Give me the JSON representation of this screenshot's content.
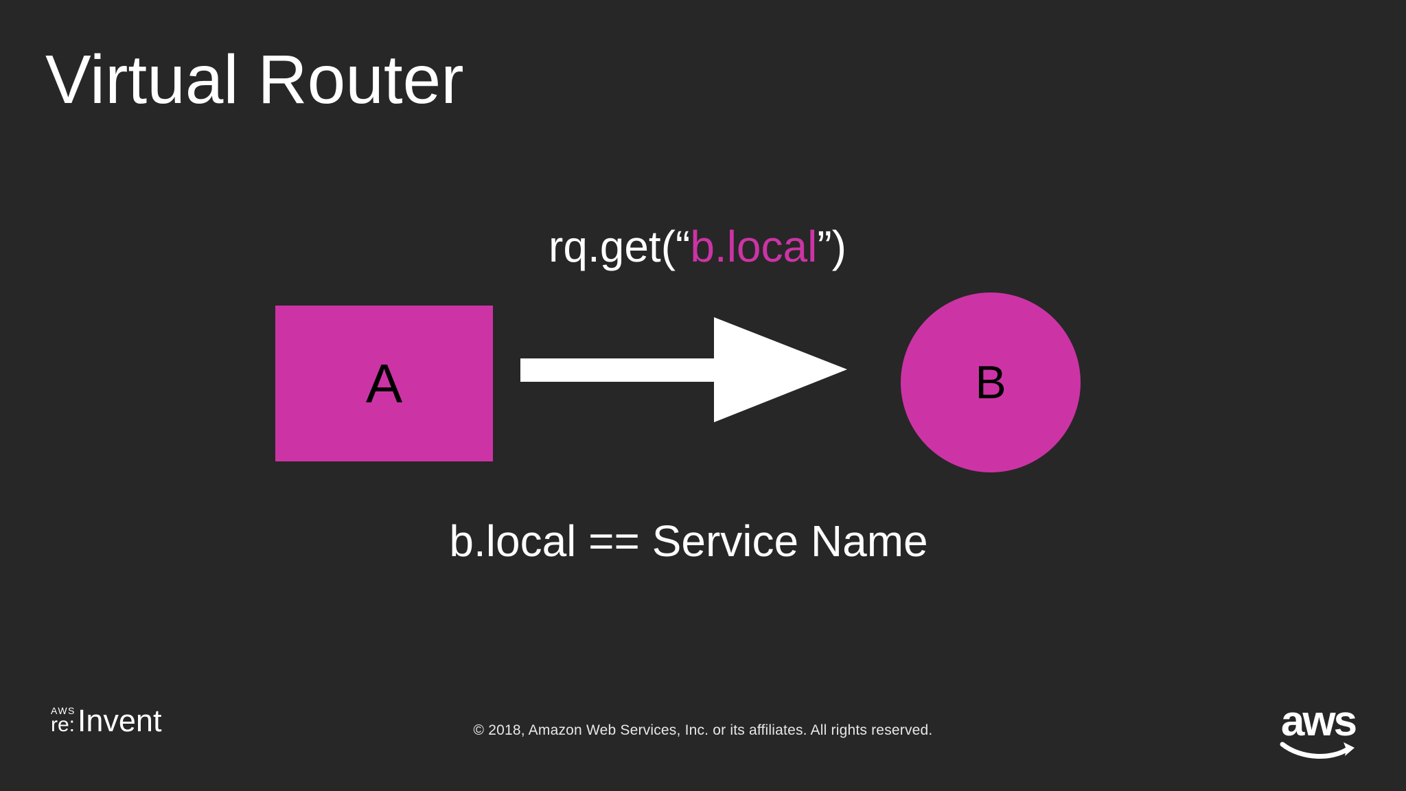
{
  "slide": {
    "background": "#272727",
    "accent": "#CC34A5",
    "title": "Virtual Router",
    "code": {
      "prefix": "rq.get(“",
      "highlight": "b.local",
      "suffix": "”)"
    },
    "nodes": {
      "a": "A",
      "b": "B"
    },
    "caption": "b.local == Service Name",
    "footer": {
      "reinvent": {
        "aws": "AWS",
        "re": "re:",
        "invent": "Invent"
      },
      "copyright": "© 2018, Amazon Web Services, Inc. or its affiliates. All rights reserved.",
      "aws_wordmark": "aws"
    }
  }
}
